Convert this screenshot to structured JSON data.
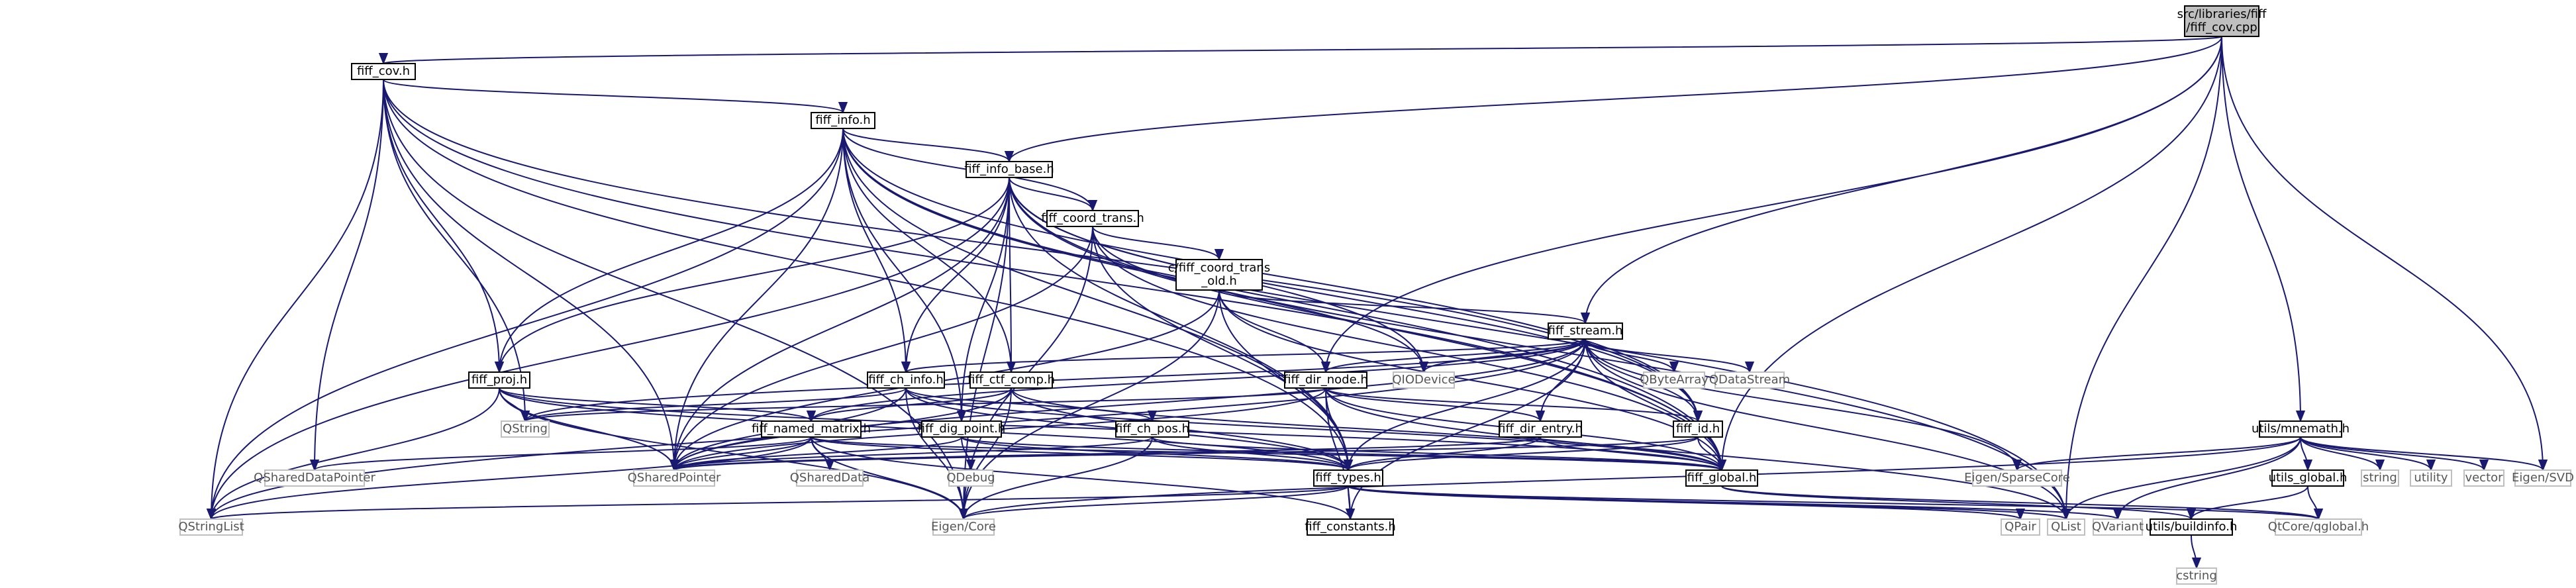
{
  "diagram": {
    "title": "src/libraries/fiff/fiff_cov.cpp include dependency graph",
    "style": {
      "edge_color": "#191970",
      "root_fill": "#bfbfbf",
      "root_border": "#000000",
      "project_fill": "#ffffff",
      "project_border": "#000000",
      "external_fill": "#ffffff",
      "external_border": "#bfbfbf"
    },
    "nodes": [
      {
        "id": "root",
        "lines": [
          "src/libraries/fiff",
          "/fiff_cov.cpp"
        ],
        "kind": "root"
      },
      {
        "id": "fiff_cov_h",
        "lines": [
          "fiff_cov.h"
        ],
        "kind": "project"
      },
      {
        "id": "fiff_info_h",
        "lines": [
          "fiff_info.h"
        ],
        "kind": "project"
      },
      {
        "id": "fiff_info_base_h",
        "lines": [
          "fiff_info_base.h"
        ],
        "kind": "project"
      },
      {
        "id": "fiff_coord_trans_h",
        "lines": [
          "fiff_coord_trans.h"
        ],
        "kind": "project"
      },
      {
        "id": "c_fiff_coord_trans_old_h",
        "lines": [
          "c/fiff_coord_trans",
          "_old.h"
        ],
        "kind": "project"
      },
      {
        "id": "fiff_stream_h",
        "lines": [
          "fiff_stream.h"
        ],
        "kind": "project"
      },
      {
        "id": "fiff_proj_h",
        "lines": [
          "fiff_proj.h"
        ],
        "kind": "project"
      },
      {
        "id": "fiff_ch_info_h",
        "lines": [
          "fiff_ch_info.h"
        ],
        "kind": "project"
      },
      {
        "id": "fiff_ctf_comp_h",
        "lines": [
          "fiff_ctf_comp.h"
        ],
        "kind": "project"
      },
      {
        "id": "fiff_dir_node_h",
        "lines": [
          "fiff_dir_node.h"
        ],
        "kind": "project"
      },
      {
        "id": "fiff_named_matrix_h",
        "lines": [
          "fiff_named_matrix.h"
        ],
        "kind": "project"
      },
      {
        "id": "fiff_dig_point_h",
        "lines": [
          "fiff_dig_point.h"
        ],
        "kind": "project"
      },
      {
        "id": "fiff_ch_pos_h",
        "lines": [
          "fiff_ch_pos.h"
        ],
        "kind": "project"
      },
      {
        "id": "fiff_dir_entry_h",
        "lines": [
          "fiff_dir_entry.h"
        ],
        "kind": "project"
      },
      {
        "id": "fiff_id_h",
        "lines": [
          "fiff_id.h"
        ],
        "kind": "project"
      },
      {
        "id": "fiff_global_h",
        "lines": [
          "fiff_global.h"
        ],
        "kind": "project"
      },
      {
        "id": "fiff_types_h",
        "lines": [
          "fiff_types.h"
        ],
        "kind": "project"
      },
      {
        "id": "fiff_constants_h",
        "lines": [
          "fiff_constants.h"
        ],
        "kind": "project"
      },
      {
        "id": "utils_mnemath_h",
        "lines": [
          "utils/mnemath.h"
        ],
        "kind": "project"
      },
      {
        "id": "utils_global_h",
        "lines": [
          "utils_global.h"
        ],
        "kind": "project"
      },
      {
        "id": "utils_buildinfo_h",
        "lines": [
          "utils/buildinfo.h"
        ],
        "kind": "project"
      },
      {
        "id": "QIODevice",
        "lines": [
          "QIODevice"
        ],
        "kind": "external"
      },
      {
        "id": "QByteArray",
        "lines": [
          "QByteArray"
        ],
        "kind": "external"
      },
      {
        "id": "QDataStream",
        "lines": [
          "QDataStream"
        ],
        "kind": "external"
      },
      {
        "id": "QString",
        "lines": [
          "QString"
        ],
        "kind": "external"
      },
      {
        "id": "QSharedPointer",
        "lines": [
          "QSharedPointer"
        ],
        "kind": "external"
      },
      {
        "id": "QSharedDataPointer",
        "lines": [
          "QSharedDataPointer"
        ],
        "kind": "external"
      },
      {
        "id": "QSharedData",
        "lines": [
          "QSharedData"
        ],
        "kind": "external"
      },
      {
        "id": "QDebug",
        "lines": [
          "QDebug"
        ],
        "kind": "external"
      },
      {
        "id": "QStringList",
        "lines": [
          "QStringList"
        ],
        "kind": "external"
      },
      {
        "id": "Eigen_Core",
        "lines": [
          "Eigen/Core"
        ],
        "kind": "external"
      },
      {
        "id": "QList",
        "lines": [
          "QList"
        ],
        "kind": "external"
      },
      {
        "id": "QPair",
        "lines": [
          "QPair"
        ],
        "kind": "external"
      },
      {
        "id": "QVariant",
        "lines": [
          "QVariant"
        ],
        "kind": "external"
      },
      {
        "id": "QtCore_qglobal_h",
        "lines": [
          "QtCore/qglobal.h"
        ],
        "kind": "external"
      },
      {
        "id": "cstring",
        "lines": [
          "cstring"
        ],
        "kind": "external"
      },
      {
        "id": "Eigen_SparseCore",
        "lines": [
          "Eigen/SparseCore"
        ],
        "kind": "external"
      },
      {
        "id": "string",
        "lines": [
          "string"
        ],
        "kind": "external"
      },
      {
        "id": "utility",
        "lines": [
          "utility"
        ],
        "kind": "external"
      },
      {
        "id": "vector",
        "lines": [
          "vector"
        ],
        "kind": "external"
      },
      {
        "id": "Eigen_SVD",
        "lines": [
          "Eigen/SVD"
        ],
        "kind": "external"
      }
    ],
    "edges": [
      [
        "root",
        "fiff_cov_h"
      ],
      [
        "root",
        "fiff_info_base_h"
      ],
      [
        "root",
        "fiff_dir_node_h"
      ],
      [
        "root",
        "fiff_stream_h"
      ],
      [
        "root",
        "fiff_global_h"
      ],
      [
        "root",
        "QList"
      ],
      [
        "root",
        "utils_mnemath_h"
      ],
      [
        "root",
        "Eigen_SVD"
      ],
      [
        "fiff_cov_h",
        "fiff_info_h"
      ],
      [
        "fiff_cov_h",
        "fiff_proj_h"
      ],
      [
        "fiff_cov_h",
        "QString"
      ],
      [
        "fiff_cov_h",
        "QSharedPointer"
      ],
      [
        "fiff_cov_h",
        "QSharedDataPointer"
      ],
      [
        "fiff_cov_h",
        "QStringList"
      ],
      [
        "fiff_cov_h",
        "Eigen_Core"
      ],
      [
        "fiff_cov_h",
        "fiff_global_h"
      ],
      [
        "fiff_cov_h",
        "fiff_types_h"
      ],
      [
        "fiff_cov_h",
        "fiff_id_h"
      ],
      [
        "fiff_info_h",
        "fiff_info_base_h"
      ],
      [
        "fiff_info_h",
        "fiff_coord_trans_h"
      ],
      [
        "fiff_info_h",
        "fiff_ch_info_h"
      ],
      [
        "fiff_info_h",
        "fiff_ctf_comp_h"
      ],
      [
        "fiff_info_h",
        "fiff_proj_h"
      ],
      [
        "fiff_info_h",
        "fiff_dig_point_h"
      ],
      [
        "fiff_info_h",
        "fiff_global_h"
      ],
      [
        "fiff_info_h",
        "fiff_types_h"
      ],
      [
        "fiff_info_h",
        "QSharedPointer"
      ],
      [
        "fiff_info_h",
        "QStringList"
      ],
      [
        "fiff_info_h",
        "QList"
      ],
      [
        "fiff_info_h",
        "fiff_id_h"
      ],
      [
        "fiff_info_base_h",
        "fiff_coord_trans_h"
      ],
      [
        "fiff_info_base_h",
        "fiff_ch_info_h"
      ],
      [
        "fiff_info_base_h",
        "fiff_ctf_comp_h"
      ],
      [
        "fiff_info_base_h",
        "fiff_proj_h"
      ],
      [
        "fiff_info_base_h",
        "fiff_dig_point_h"
      ],
      [
        "fiff_info_base_h",
        "fiff_global_h"
      ],
      [
        "fiff_info_base_h",
        "fiff_types_h"
      ],
      [
        "fiff_info_base_h",
        "fiff_id_h"
      ],
      [
        "fiff_info_base_h",
        "QSharedPointer"
      ],
      [
        "fiff_info_base_h",
        "QStringList"
      ],
      [
        "fiff_info_base_h",
        "QList"
      ],
      [
        "fiff_info_base_h",
        "QIODevice"
      ],
      [
        "fiff_info_base_h",
        "Eigen_Core"
      ],
      [
        "fiff_coord_trans_h",
        "c_fiff_coord_trans_old_h"
      ],
      [
        "fiff_coord_trans_h",
        "fiff_global_h"
      ],
      [
        "fiff_coord_trans_h",
        "fiff_types_h"
      ],
      [
        "fiff_coord_trans_h",
        "QSharedPointer"
      ],
      [
        "fiff_coord_trans_h",
        "QIODevice"
      ],
      [
        "fiff_coord_trans_h",
        "Eigen_Core"
      ],
      [
        "c_fiff_coord_trans_old_h",
        "fiff_stream_h"
      ],
      [
        "c_fiff_coord_trans_old_h",
        "fiff_dir_node_h"
      ],
      [
        "c_fiff_coord_trans_old_h",
        "fiff_types_h"
      ],
      [
        "c_fiff_coord_trans_old_h",
        "fiff_global_h"
      ],
      [
        "c_fiff_coord_trans_old_h",
        "QSharedPointer"
      ],
      [
        "c_fiff_coord_trans_old_h",
        "Eigen_Core"
      ],
      [
        "fiff_stream_h",
        "fiff_dir_node_h"
      ],
      [
        "fiff_stream_h",
        "fiff_dir_entry_h"
      ],
      [
        "fiff_stream_h",
        "fiff_id_h"
      ],
      [
        "fiff_stream_h",
        "fiff_types_h"
      ],
      [
        "fiff_stream_h",
        "fiff_global_h"
      ],
      [
        "fiff_stream_h",
        "fiff_ch_info_h"
      ],
      [
        "fiff_stream_h",
        "fiff_named_matrix_h"
      ],
      [
        "fiff_stream_h",
        "QIODevice"
      ],
      [
        "fiff_stream_h",
        "QByteArray"
      ],
      [
        "fiff_stream_h",
        "QDataStream"
      ],
      [
        "fiff_stream_h",
        "QString"
      ],
      [
        "fiff_stream_h",
        "QSharedPointer"
      ],
      [
        "fiff_stream_h",
        "QStringList"
      ],
      [
        "fiff_stream_h",
        "QList"
      ],
      [
        "fiff_stream_h",
        "Eigen_SparseCore"
      ],
      [
        "fiff_stream_h",
        "fiff_constants_h"
      ],
      [
        "fiff_proj_h",
        "fiff_named_matrix_h"
      ],
      [
        "fiff_proj_h",
        "fiff_global_h"
      ],
      [
        "fiff_proj_h",
        "fiff_types_h"
      ],
      [
        "fiff_proj_h",
        "QString"
      ],
      [
        "fiff_proj_h",
        "QSharedPointer"
      ],
      [
        "fiff_proj_h",
        "QStringList"
      ],
      [
        "fiff_proj_h",
        "Eigen_Core"
      ],
      [
        "fiff_ch_info_h",
        "fiff_ch_pos_h"
      ],
      [
        "fiff_ch_info_h",
        "fiff_types_h"
      ],
      [
        "fiff_ch_info_h",
        "fiff_global_h"
      ],
      [
        "fiff_ch_info_h",
        "QSharedPointer"
      ],
      [
        "fiff_ch_info_h",
        "Eigen_Core"
      ],
      [
        "fiff_ch_info_h",
        "QString"
      ],
      [
        "fiff_ctf_comp_h",
        "fiff_named_matrix_h"
      ],
      [
        "fiff_ctf_comp_h",
        "fiff_global_h"
      ],
      [
        "fiff_ctf_comp_h",
        "fiff_types_h"
      ],
      [
        "fiff_ctf_comp_h",
        "QSharedPointer"
      ],
      [
        "fiff_ctf_comp_h",
        "Eigen_Core"
      ],
      [
        "fiff_dir_node_h",
        "fiff_dir_entry_h"
      ],
      [
        "fiff_dir_node_h",
        "fiff_id_h"
      ],
      [
        "fiff_dir_node_h",
        "fiff_types_h"
      ],
      [
        "fiff_dir_node_h",
        "fiff_global_h"
      ],
      [
        "fiff_dir_node_h",
        "QSharedPointer"
      ],
      [
        "fiff_dir_node_h",
        "QList"
      ],
      [
        "fiff_dir_node_h",
        "QString"
      ],
      [
        "fiff_dir_node_h",
        "fiff_constants_h"
      ],
      [
        "fiff_named_matrix_h",
        "fiff_types_h"
      ],
      [
        "fiff_named_matrix_h",
        "fiff_global_h"
      ],
      [
        "fiff_named_matrix_h",
        "QSharedDataPointer"
      ],
      [
        "fiff_named_matrix_h",
        "QSharedData"
      ],
      [
        "fiff_named_matrix_h",
        "QSharedPointer"
      ],
      [
        "fiff_named_matrix_h",
        "QStringList"
      ],
      [
        "fiff_named_matrix_h",
        "Eigen_Core"
      ],
      [
        "fiff_named_matrix_h",
        "fiff_constants_h"
      ],
      [
        "fiff_dig_point_h",
        "fiff_global_h"
      ],
      [
        "fiff_dig_point_h",
        "fiff_types_h"
      ],
      [
        "fiff_dig_point_h",
        "QSharedPointer"
      ],
      [
        "fiff_dig_point_h",
        "QDebug"
      ],
      [
        "fiff_ch_pos_h",
        "fiff_types_h"
      ],
      [
        "fiff_ch_pos_h",
        "fiff_global_h"
      ],
      [
        "fiff_ch_pos_h",
        "QSharedPointer"
      ],
      [
        "fiff_ch_pos_h",
        "Eigen_Core"
      ],
      [
        "fiff_dir_entry_h",
        "fiff_types_h"
      ],
      [
        "fiff_dir_entry_h",
        "fiff_global_h"
      ],
      [
        "fiff_dir_entry_h",
        "QSharedPointer"
      ],
      [
        "fiff_id_h",
        "fiff_types_h"
      ],
      [
        "fiff_id_h",
        "fiff_global_h"
      ],
      [
        "fiff_id_h",
        "QSharedPointer"
      ],
      [
        "fiff_global_h",
        "utils_buildinfo_h"
      ],
      [
        "fiff_global_h",
        "QtCore_qglobal_h"
      ],
      [
        "fiff_types_h",
        "fiff_constants_h"
      ],
      [
        "fiff_types_h",
        "Eigen_Core"
      ],
      [
        "fiff_types_h",
        "QList"
      ],
      [
        "fiff_types_h",
        "QPair"
      ],
      [
        "fiff_types_h",
        "QVariant"
      ],
      [
        "fiff_types_h",
        "QStringList"
      ],
      [
        "fiff_types_h",
        "QtCore_qglobal_h"
      ],
      [
        "utils_mnemath_h",
        "utils_global_h"
      ],
      [
        "utils_mnemath_h",
        "Eigen_SparseCore"
      ],
      [
        "utils_mnemath_h",
        "Eigen_Core"
      ],
      [
        "utils_mnemath_h",
        "string"
      ],
      [
        "utils_mnemath_h",
        "utility"
      ],
      [
        "utils_mnemath_h",
        "vector"
      ],
      [
        "utils_mnemath_h",
        "Eigen_SVD"
      ],
      [
        "utils_mnemath_h",
        "QList"
      ],
      [
        "utils_mnemath_h",
        "QVariant"
      ],
      [
        "utils_global_h",
        "utils_buildinfo_h"
      ],
      [
        "utils_global_h",
        "QtCore_qglobal_h"
      ],
      [
        "utils_buildinfo_h",
        "cstring"
      ]
    ]
  }
}
